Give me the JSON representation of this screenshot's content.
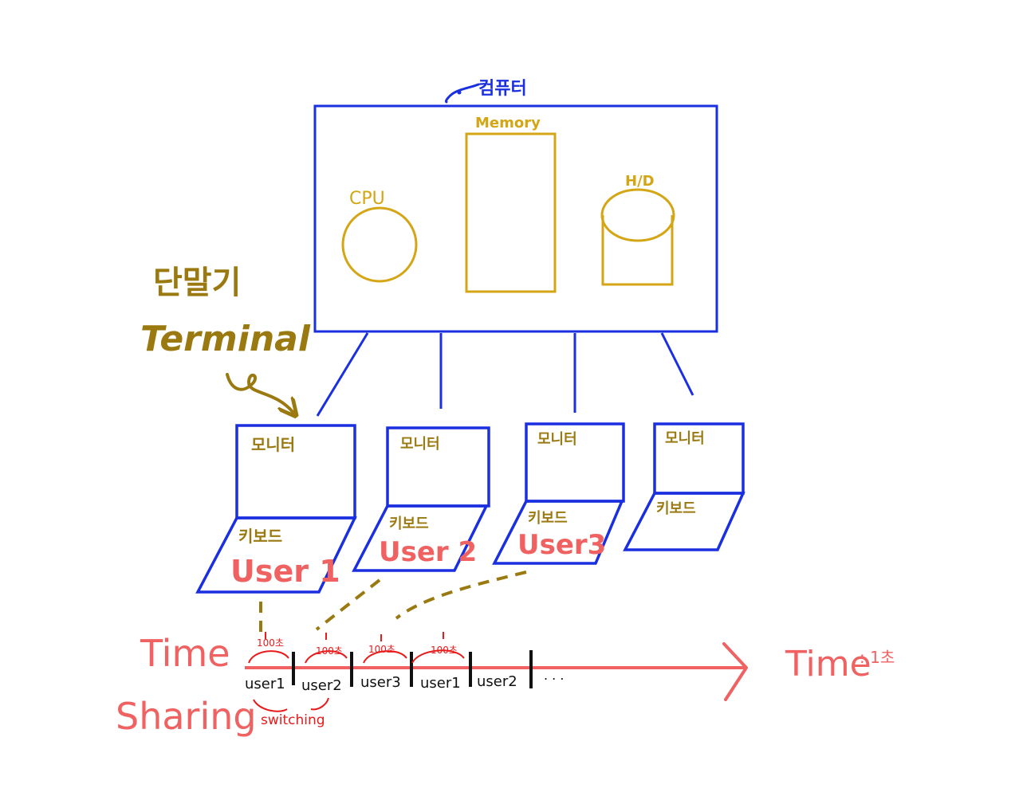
{
  "colors": {
    "blue": "#1a2fe0",
    "gold": "#d4a514",
    "olive": "#9a7a10",
    "coral": "#f06262",
    "red": "#e81a1a",
    "black": "#111111"
  },
  "computer": {
    "label": "컴퓨터",
    "memory_label": "Memory",
    "cpu_label": "CPU",
    "hd_label": "H/D"
  },
  "terminal": {
    "korean": "단말기",
    "english": "Terminal"
  },
  "laptops": [
    {
      "monitor": "모니터",
      "keyboard": "키보드",
      "user": "User 1"
    },
    {
      "monitor": "모니터",
      "keyboard": "키보드",
      "user": "User 2"
    },
    {
      "monitor": "모니터",
      "keyboard": "키보드",
      "user": "User3"
    },
    {
      "monitor": "모니터",
      "keyboard": "키보드",
      "user": ""
    }
  ],
  "time_sharing": {
    "title_line1": "Time",
    "title_line2": "Sharing",
    "axis_label": "Time",
    "axis_note": ": 1초",
    "slice_labels": [
      "100초",
      "100초",
      "100초",
      "100초"
    ],
    "segments": [
      "user1",
      "user2",
      "user3",
      "user1",
      "user2"
    ],
    "ellipsis": ". . .",
    "switching_label": "switching"
  }
}
